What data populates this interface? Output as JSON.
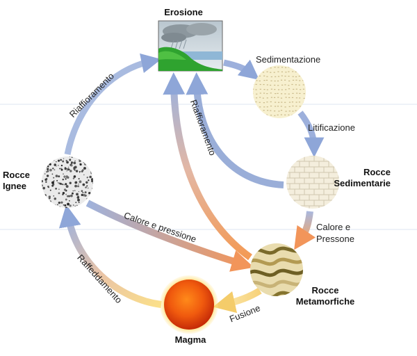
{
  "nodes": {
    "erosion": "Erosione",
    "sedimentation": "Sedimentazione",
    "lithification": "Litificazione",
    "sedimentary": [
      "Rocce",
      "Sedimentarie"
    ],
    "igneous": [
      "Rocce",
      "Ignee"
    ],
    "metamorphic": [
      "Rocce",
      "Metamorfiche"
    ],
    "magma": "Magma"
  },
  "arrows": {
    "uplift_igneous": "Riaffioramento",
    "uplift_center": "Riaffioramento",
    "heat_pressure_igneous": "Calore e pressione",
    "heat_pressure_sed": [
      "Calore e",
      "Pressone"
    ],
    "melting": "Fusione",
    "cooling": "Raffeddamento"
  },
  "colors": {
    "blue_arrow": "#9aaed6",
    "orange_arrow": "#f0a060",
    "yellow_arrow": "#f8d67a",
    "magma_core": "#e83a10"
  }
}
